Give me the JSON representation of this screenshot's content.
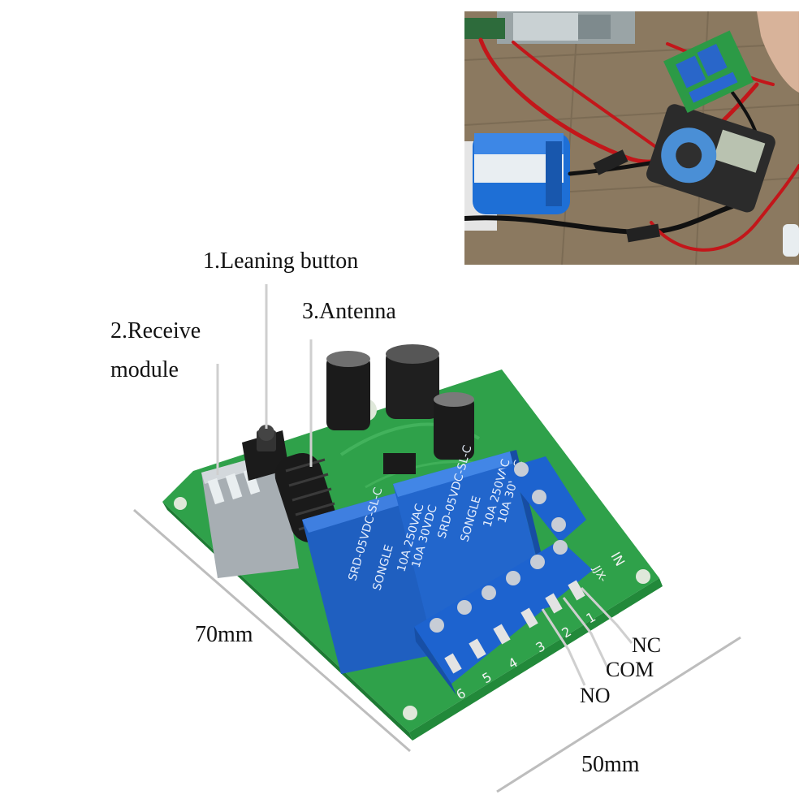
{
  "labels": {
    "leaning_button": "1.Leaning button",
    "receive_module_line1": "2.Receive",
    "receive_module_line2": "module",
    "antenna": "3.Antenna",
    "length": "70mm",
    "width": "50mm",
    "terminal_nc": "NC",
    "terminal_com": "COM",
    "terminal_no": "NO"
  },
  "relay_text": {
    "model": "SRD-05VDC-SL-C",
    "brand": "SONGLE",
    "rating_1": "10A 250VAC",
    "rating_2": "10A 30VDC"
  },
  "pcb_text": {
    "terminal_numbers": [
      "6",
      "5",
      "4",
      "3",
      "2",
      "1"
    ],
    "in_label": "IN",
    "board_code": "JJX-"
  },
  "colors": {
    "pcb_green": "#2fa14a",
    "relay_blue": "#1f5fc0",
    "terminal_blue": "#1d63cf",
    "guide_line_gray": "#bdbdbd"
  }
}
